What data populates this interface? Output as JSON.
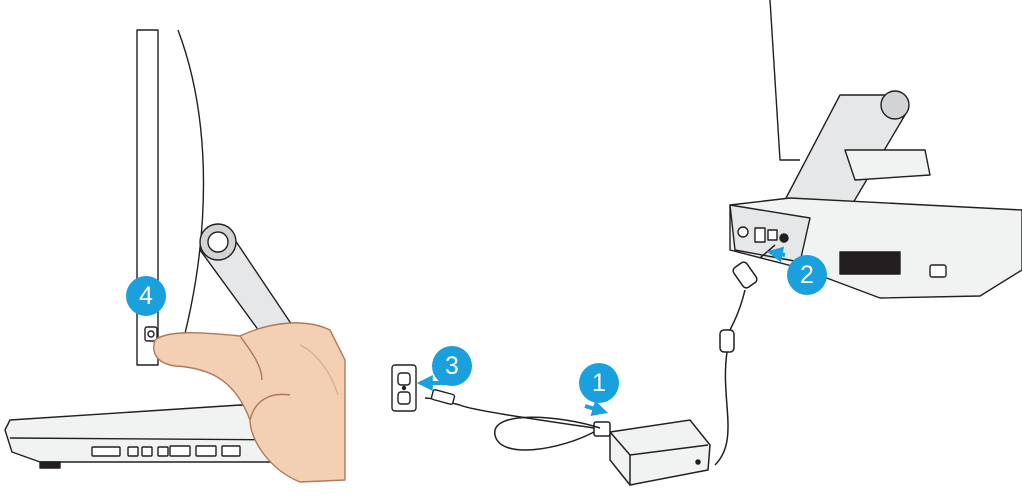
{
  "steps": [
    {
      "id": "step-1",
      "label": "1",
      "part": "power-adapter"
    },
    {
      "id": "step-2",
      "label": "2",
      "part": "dc-in-port"
    },
    {
      "id": "step-3",
      "label": "3",
      "part": "wall-outlet"
    },
    {
      "id": "step-4",
      "label": "4",
      "part": "power-button"
    }
  ],
  "colors": {
    "badge": "#1aa0dc",
    "line": "#231f20",
    "shade": "#e6e7e8",
    "skin": "#f3cfb3",
    "skin_shadow": "#e0ad8c"
  },
  "icons": [
    "pointing-finger-icon",
    "arrow-icon"
  ]
}
